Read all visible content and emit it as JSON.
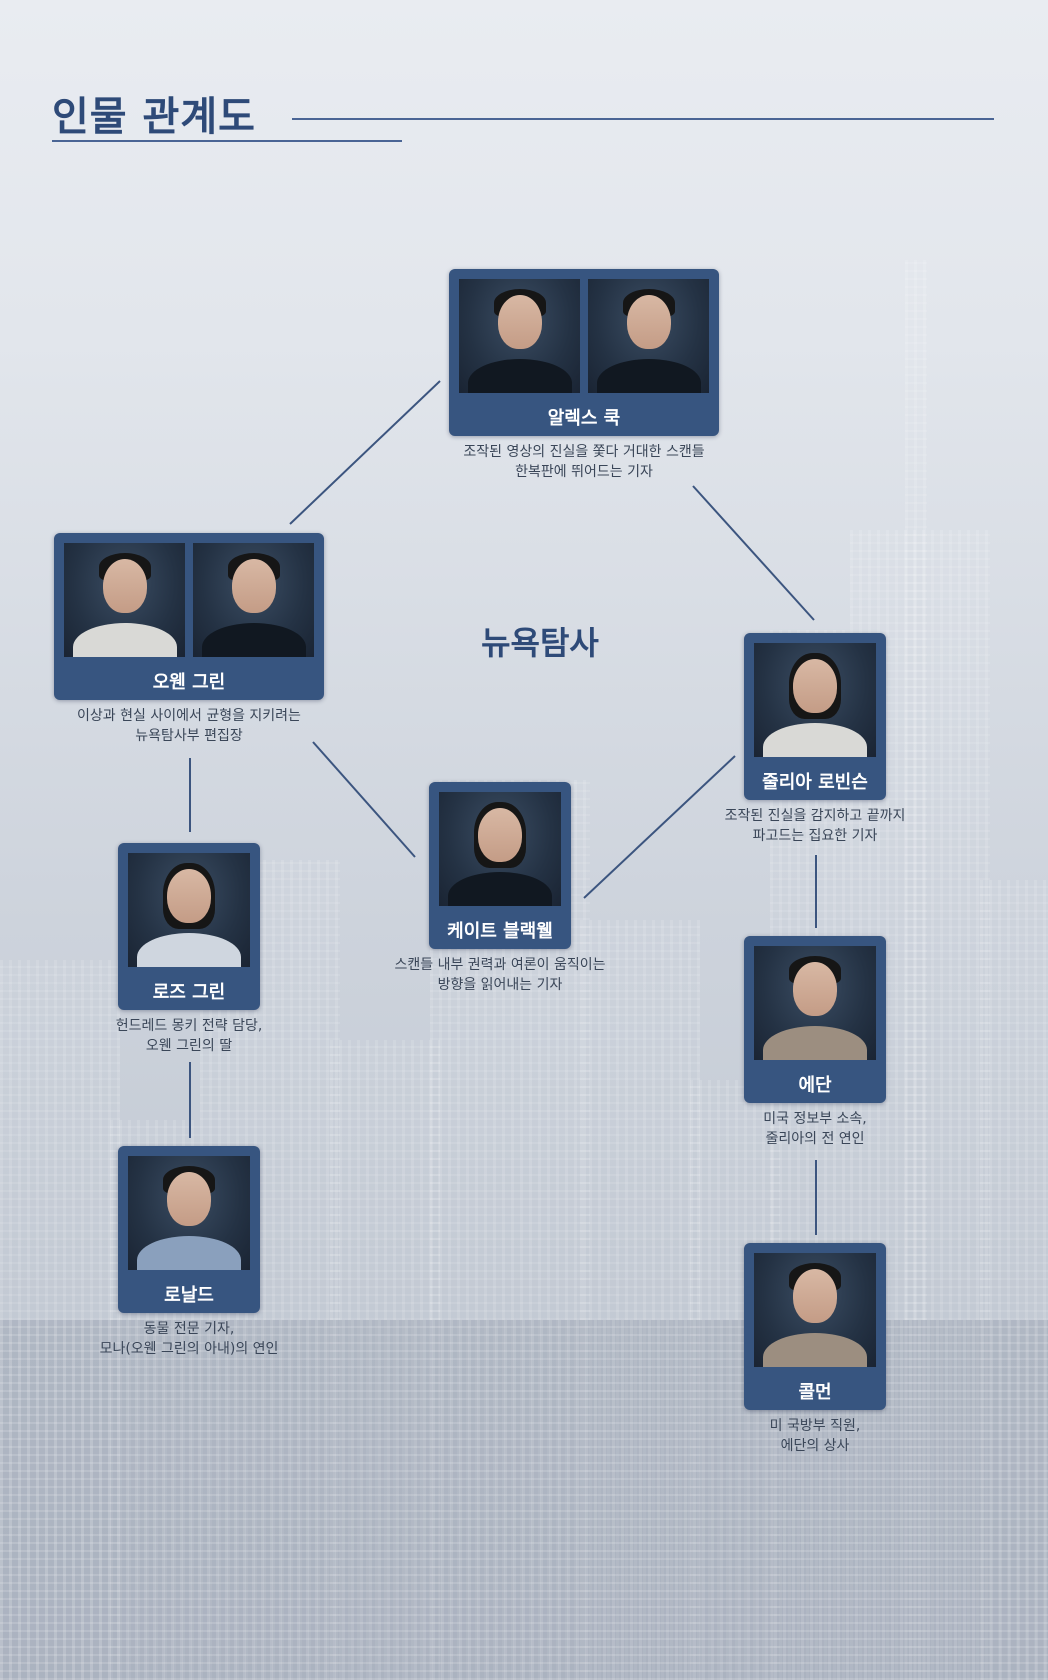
{
  "page": {
    "title": "인물 관계도",
    "center_label": "뉴욕탐사"
  },
  "characters": [
    {
      "id": "alex",
      "name": "알렉스 쿡",
      "desc1": "조작된 영상의 진실을 쫓다 거대한 스캔들",
      "desc2": "한복판에 뛰어드는 기자"
    },
    {
      "id": "owen",
      "name": "오웬 그린",
      "desc1": "이상과 현실 사이에서 균형을 지키려는",
      "desc2": "뉴욕탐사부 편집장"
    },
    {
      "id": "julia",
      "name": "줄리아 로빈슨",
      "desc1": "조작된 진실을 감지하고 끝까지",
      "desc2": "파고드는 집요한 기자"
    },
    {
      "id": "kate",
      "name": "케이트 블랙웰",
      "desc1": "스캔들 내부 권력과 여론이 움직이는",
      "desc2": "방향을 읽어내는 기자"
    },
    {
      "id": "rose",
      "name": "로즈 그린",
      "desc1": "헌드레드 몽키 전략 담당,",
      "desc2": "오웬 그린의 딸"
    },
    {
      "id": "ethan",
      "name": "에단",
      "desc1": "미국 정보부 소속,",
      "desc2": "줄리아의 전 연인"
    },
    {
      "id": "ronald",
      "name": "로날드",
      "desc1": "동물 전문 기자,",
      "desc2": "모나(오웬 그린의 아내)의 연인"
    },
    {
      "id": "colman",
      "name": "콜먼",
      "desc1": "미 국방부 직원,",
      "desc2": "에단의 상사"
    }
  ],
  "colors": {
    "card": "#375580",
    "title": "#2e4a78",
    "line": "#3c557f",
    "text": "#3a4658"
  }
}
